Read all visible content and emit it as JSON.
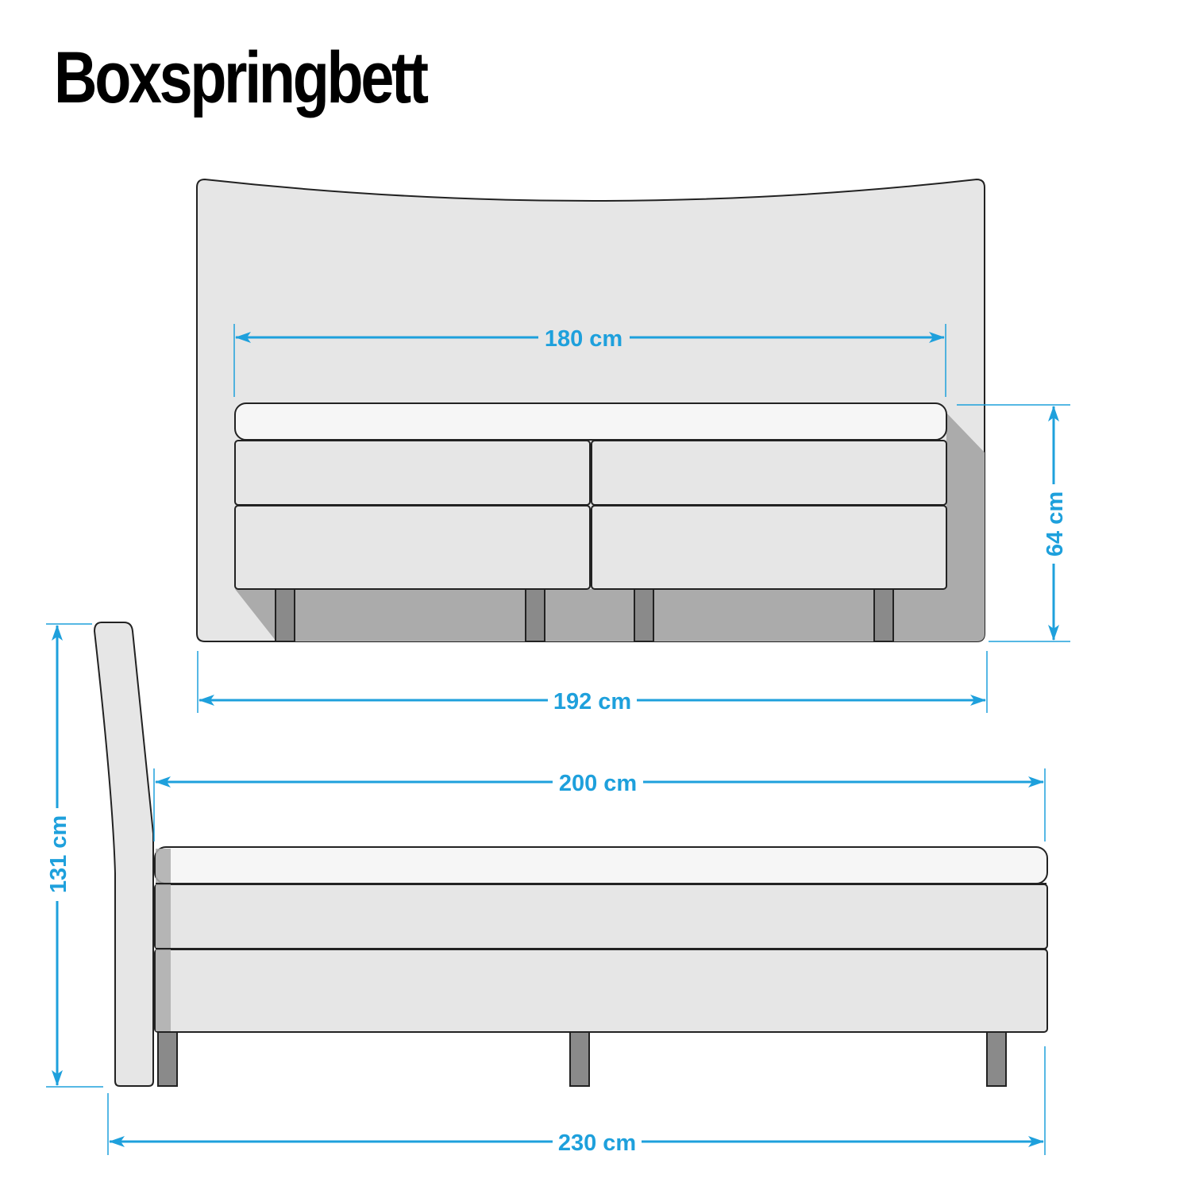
{
  "title": "Boxspringbett",
  "colors": {
    "dimension": "#1ea0dc",
    "panel": "#e6e6e6",
    "topper": "#f6f6f6",
    "shadow": "#ababab",
    "leg": "#8a8a8a",
    "outline": "#222222"
  },
  "dimensions": {
    "mattress_width": "180 cm",
    "total_width": "192 cm",
    "bed_height": "64 cm",
    "mattress_length": "200 cm",
    "headboard_height": "131 cm",
    "total_length": "230 cm"
  },
  "views": {
    "front": "front-view",
    "side": "side-view"
  }
}
